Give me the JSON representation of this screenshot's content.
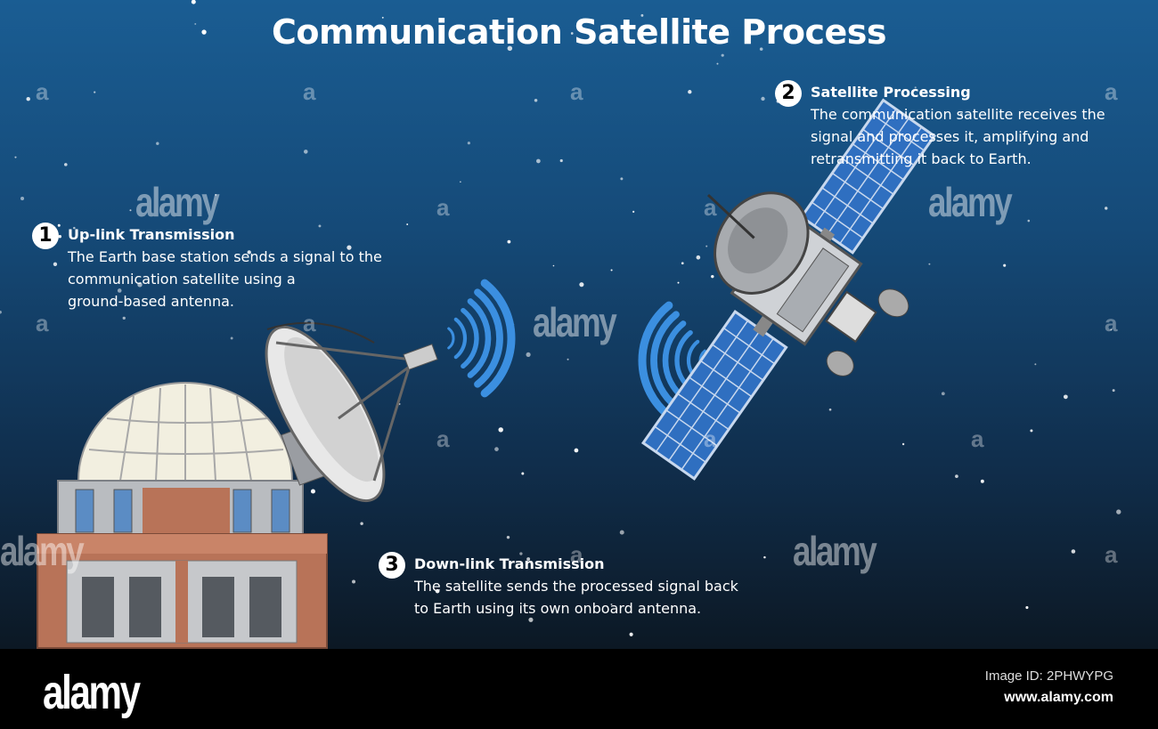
{
  "title": "Communication Satellite Process",
  "steps": [
    {
      "number": "1",
      "heading": "Up-link Transmission",
      "lines": [
        "The Earth base station sends a signal to the",
        "communication satellite using a",
        "ground-based antenna."
      ]
    },
    {
      "number": "2",
      "heading": "Satellite Processing",
      "lines": [
        "The communication satellite receives the",
        "signal and processes it, amplifying and",
        "retransmitting it back to Earth."
      ]
    },
    {
      "number": "3",
      "heading": "Down-link Transmission",
      "lines": [
        "The satellite sends the processed signal back",
        "to Earth using its own onboard antenna."
      ]
    }
  ],
  "watermark": {
    "text": "alamy",
    "letter": "a"
  },
  "footer": {
    "logo": "alamy",
    "image_id": "Image ID: 2PHWYPG",
    "url": "www.alamy.com"
  },
  "colors": {
    "sky_top": "#1a5d93",
    "sky_bottom": "#0c1824",
    "signal": "#3b8fe0",
    "panel": "#3a78c8",
    "brick": "#b87358"
  }
}
